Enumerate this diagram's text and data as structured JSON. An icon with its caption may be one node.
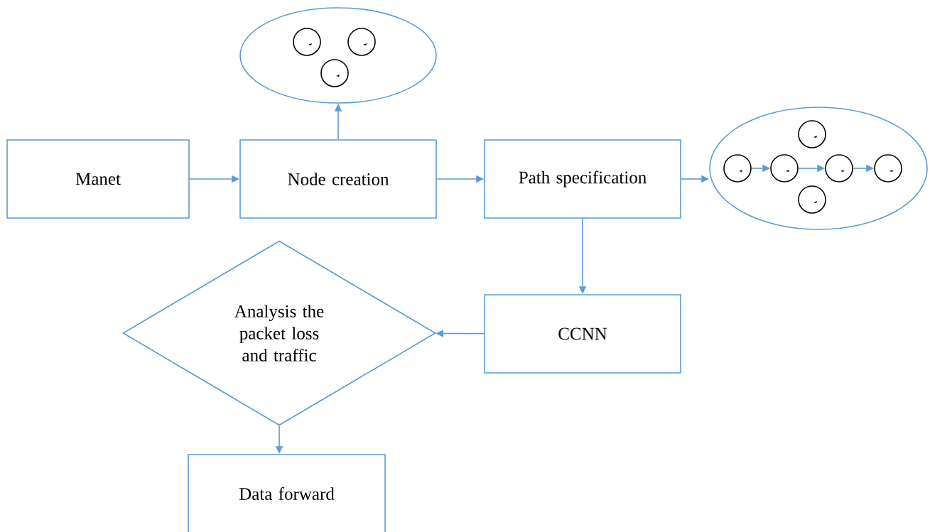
{
  "diagram": {
    "nodes": [
      {
        "text": [
          "Manet"
        ]
      },
      {
        "text": [
          "Node creation"
        ]
      },
      {
        "text": [
          "Path specification"
        ]
      },
      {
        "text": [],
        "shape": "ellipse"
      },
      {
        "text": [],
        "shape": "circle",
        "in": 3
      },
      {
        "text": [],
        "shape": "circle",
        "in": 3
      },
      {
        "text": [],
        "shape": "circle",
        "in": 3
      },
      {
        "text": [],
        "shape": "ellipse"
      },
      {
        "text": [],
        "shape": "circle",
        "in": 7
      },
      {
        "text": [],
        "shape": "circle",
        "in": 7
      },
      {
        "text": [],
        "shape": "circle",
        "in": 7
      },
      {
        "text": [],
        "shape": "circle",
        "in": 7
      },
      {
        "text": [],
        "shape": "circle",
        "in": 7
      },
      {
        "text": [],
        "shape": "circle",
        "in": 7
      },
      {
        "text": [
          "CCNN"
        ]
      },
      {
        "text": [
          "Analysis the packet loss and traffic"
        ]
      },
      {
        "text": [
          "Data forward"
        ]
      }
    ],
    "edges": [
      {
        "from": 0,
        "to": 1,
        "arrow": "to"
      },
      {
        "from": 1,
        "to": 3,
        "arrow": "to"
      },
      {
        "from": 1,
        "to": 2,
        "arrow": "to"
      },
      {
        "from": 2,
        "to": 7,
        "arrow": "to"
      },
      {
        "from": 8,
        "to": 9,
        "arrow": "to"
      },
      {
        "from": 9,
        "to": 12,
        "arrow": "to"
      },
      {
        "from": 12,
        "to": 13,
        "arrow": "to"
      },
      {
        "from": 2,
        "to": 14,
        "arrow": "to"
      },
      {
        "from": 14,
        "to": 15,
        "arrow": "to"
      },
      {
        "from": 15,
        "to": 16,
        "arrow": "to"
      }
    ]
  }
}
